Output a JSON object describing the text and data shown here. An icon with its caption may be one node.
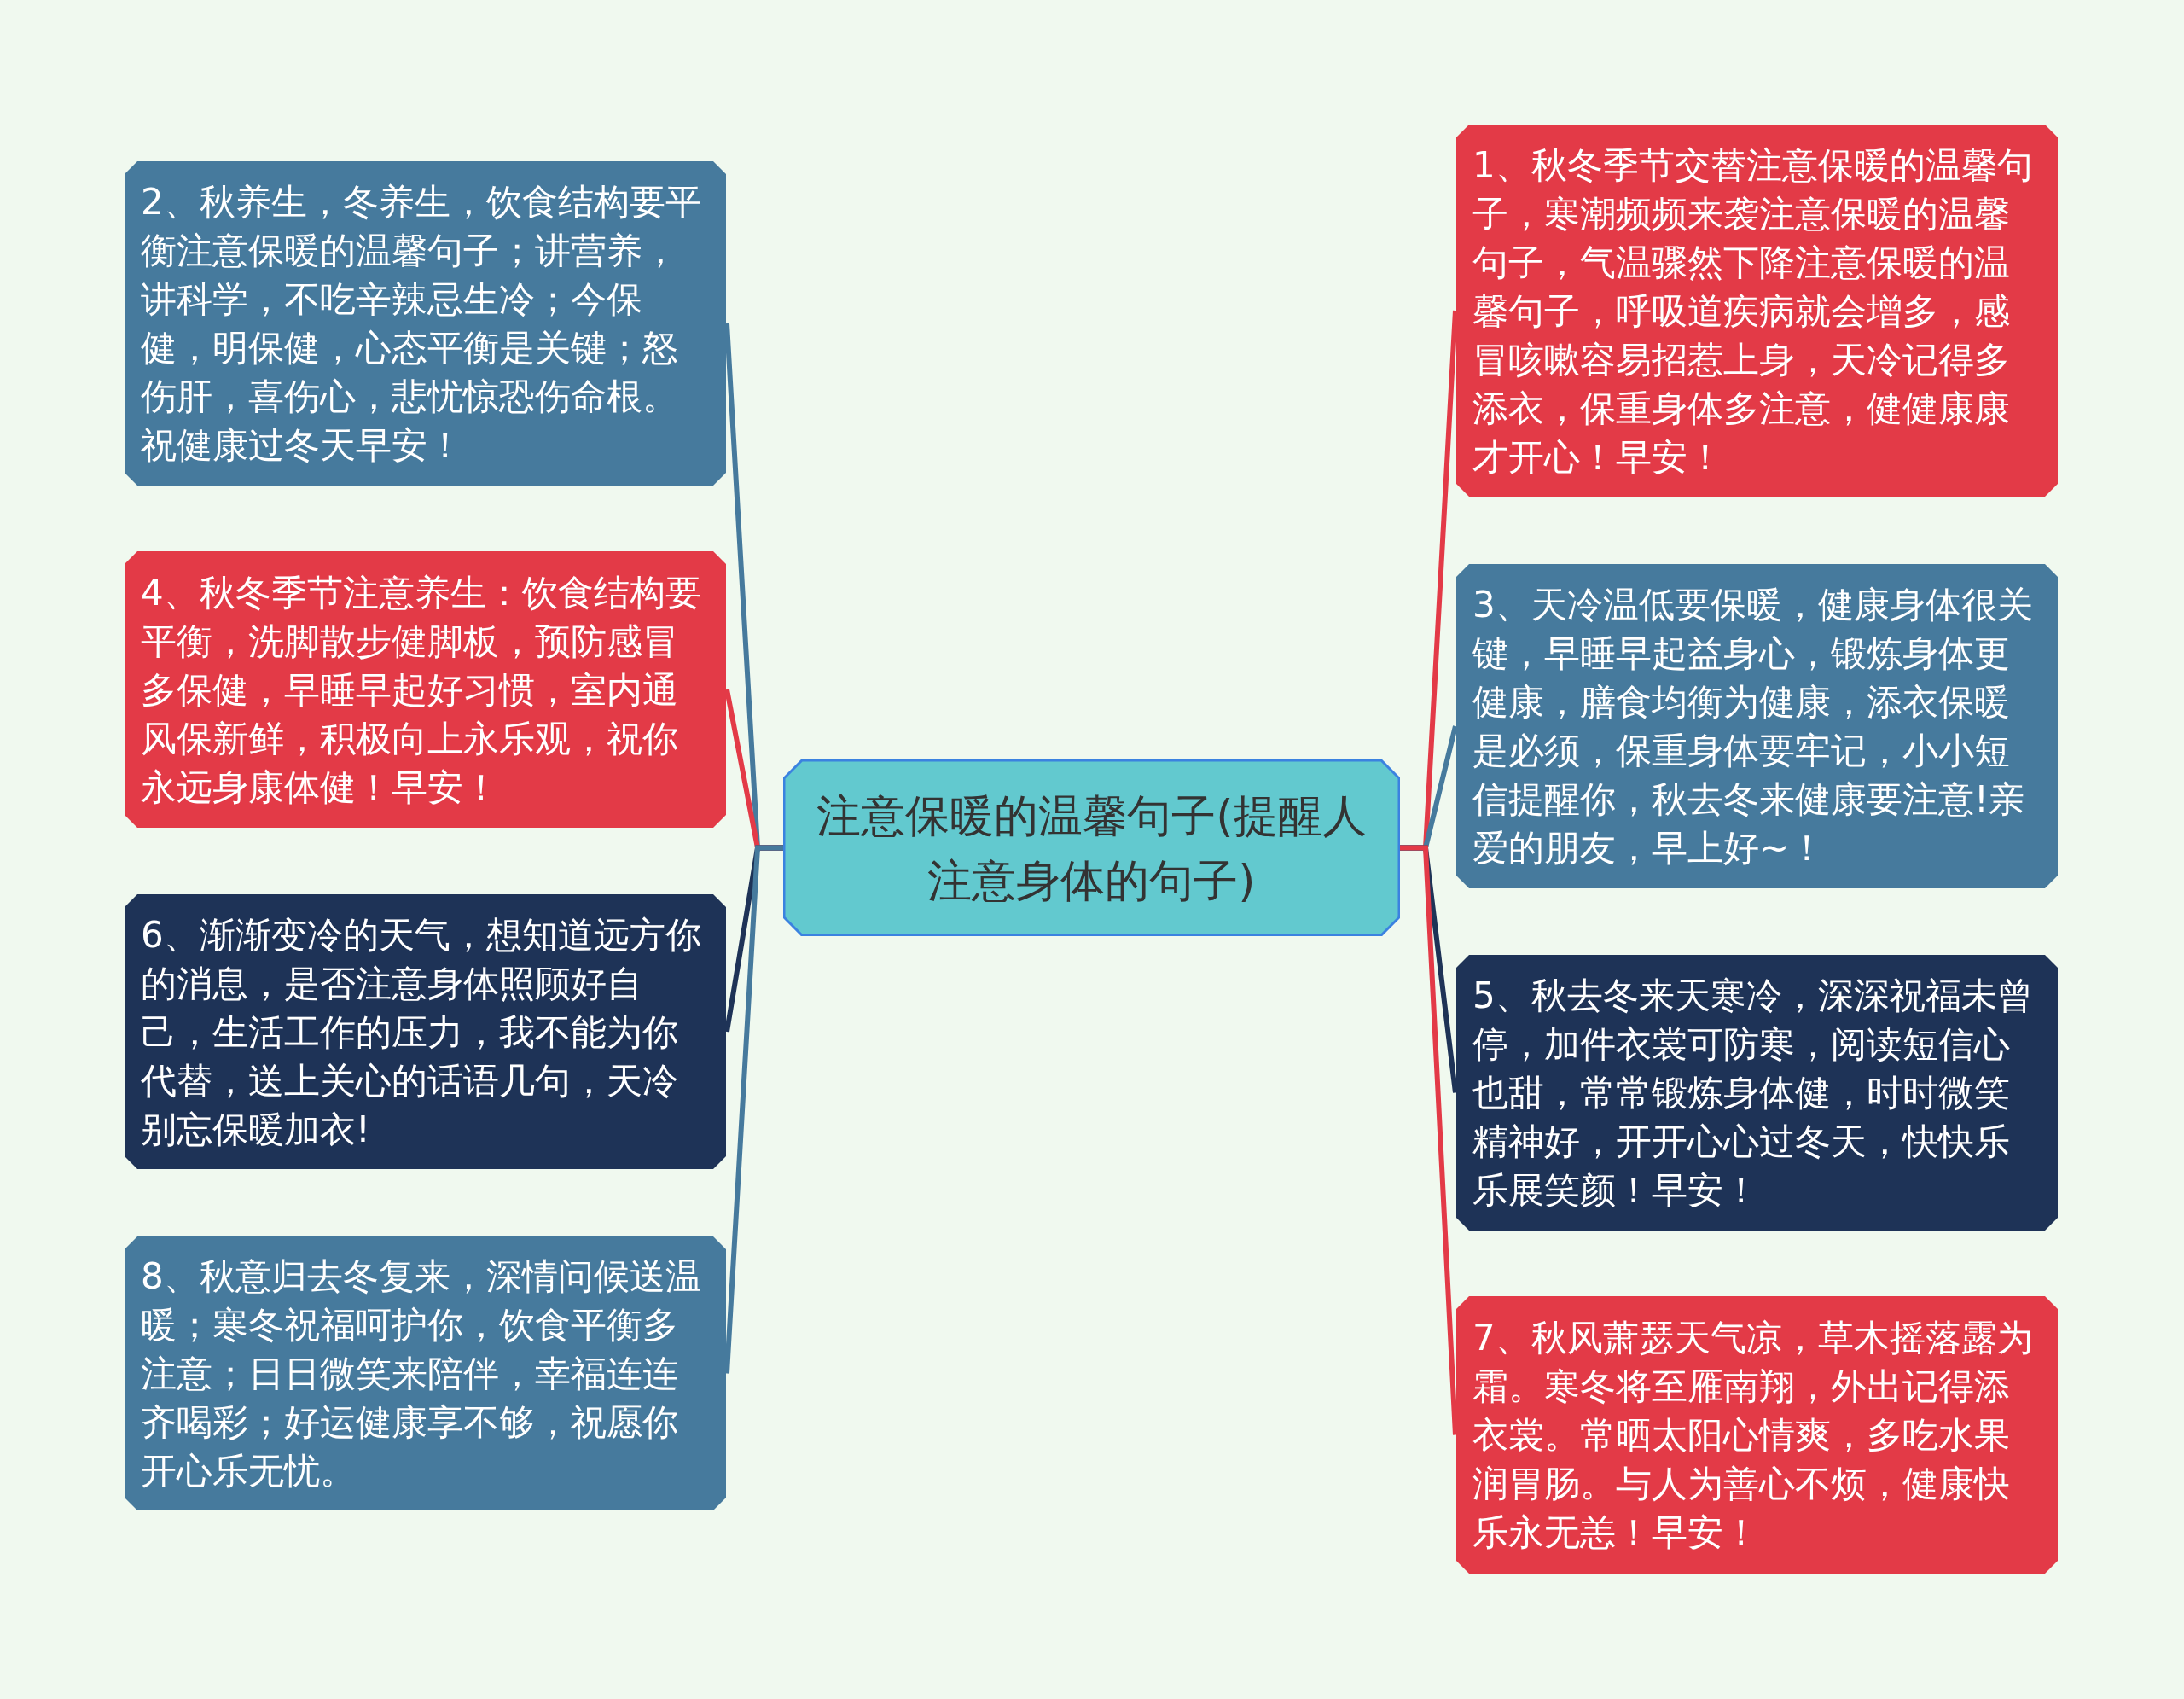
{
  "diagram": {
    "nodes": [
      {
        "text": [
          "注意保暖的温馨句子(提醒人注意身体的句子)"
        ]
      },
      {
        "text": [
          "1、秋冬季节交替注意保暖的温馨句子，寒潮频频来袭注意保暖的温馨句子，气温骤然下降注意保暖的温馨句子，呼吸道疾病就会增多，感冒咳嗽容易招惹上身，天冷记得多添衣，保重身体多注意，健健康康才开心！早安！"
        ]
      },
      {
        "text": [
          "2、秋养生，冬养生，饮食结构要平衡注意保暖的温馨句子；讲营养，讲科学，不吃辛辣忌生冷；今保健，明保健，心态平衡是关键；怒伤肝，喜伤心，悲忧惊恐伤命根。祝健康过冬天早安！"
        ]
      },
      {
        "text": [
          "3、天冷温低要保暖，健康身体很关键，早睡早起益身心，锻炼身体更健康，膳食均衡为健康，添衣保暖是必须，保重身体要牢记，小小短信提醒你，秋去冬来健康要注意!亲爱的朋友，早上好~！"
        ]
      },
      {
        "text": [
          "4、秋冬季节注意养生：饮食结构要平衡，洗脚散步健脚板，预防感冒多保健，早睡早起好习惯，室内通风保新鲜，积极向上永乐观，祝你永远身康体健！早安！"
        ]
      },
      {
        "text": [
          "5、秋去冬来天寒冷，深深祝福未曾停，加件衣裳可防寒，阅读短信心也甜，常常锻炼身体健，时时微笑精神好，开开心心过冬天，快快乐乐展笑颜！早安！"
        ]
      },
      {
        "text": [
          "6、渐渐变冷的天气，想知道远方你的消息，是否注意身体照顾好自己，生活工作的压力，我不能为你代替，送上关心的话语几句，天冷别忘保暖加衣!"
        ]
      },
      {
        "text": [
          "7、秋风萧瑟天气凉，草木摇落露为霜。寒冬将至雁南翔，外出记得添衣裳。常晒太阳心情爽，多吃水果润胃肠。与人为善心不烦，健康快乐永无恙！早安！"
        ]
      },
      {
        "text": [
          "8、秋意归去冬复来，深情问候送温暖；寒冬祝福呵护你，饮食平衡多注意；日日微笑来陪伴，幸福连连齐喝彩；好运健康享不够，祝愿你开心乐无忧。"
        ]
      }
    ],
    "edges": [
      {
        "from": 0,
        "to": 1,
        "arrow": "none",
        "color": "#e33a47"
      },
      {
        "from": 0,
        "to": 2,
        "arrow": "none",
        "color": "#467a9d"
      },
      {
        "from": 0,
        "to": 3,
        "arrow": "none",
        "color": "#467a9d"
      },
      {
        "from": 0,
        "to": 4,
        "arrow": "none",
        "color": "#e33a47"
      },
      {
        "from": 0,
        "to": 5,
        "arrow": "none",
        "color": "#1e3357"
      },
      {
        "from": 0,
        "to": 6,
        "arrow": "none",
        "color": "#1e3357"
      },
      {
        "from": 0,
        "to": 7,
        "arrow": "none",
        "color": "#e33a47"
      },
      {
        "from": 0,
        "to": 8,
        "arrow": "none",
        "color": "#467a9d"
      }
    ]
  }
}
